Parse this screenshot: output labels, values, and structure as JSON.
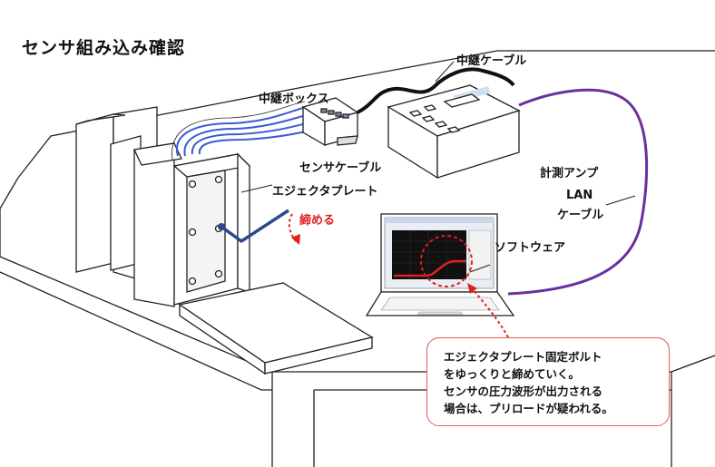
{
  "title": "センサ組み込み確認",
  "labels": {
    "relay_cable": "中継ケーブル",
    "relay_box": "中継ボックス",
    "sensor_cable": "センサケーブル",
    "ejector_plate": "エジェクタプレート",
    "tighten": "締める",
    "amplifier": "計測アンプ",
    "lan_line1": "LAN",
    "lan_line2": "ケーブル",
    "software": "ソフトウェア"
  },
  "note": {
    "line1": "エジェクタプレート固定ボルト",
    "line2": "をゆっくりと締めていく。",
    "line3": "センサの圧力波形が出力される",
    "line4": "場合は、プリロードが疑われる。"
  },
  "colors": {
    "sensor_cable": "#3a5bd6",
    "lan_cable": "#6a2fa0",
    "relay_cable": "#111111",
    "highlight": "#e02020",
    "callout_border": "#e35a5a",
    "wrench": "#2a4a8a"
  }
}
